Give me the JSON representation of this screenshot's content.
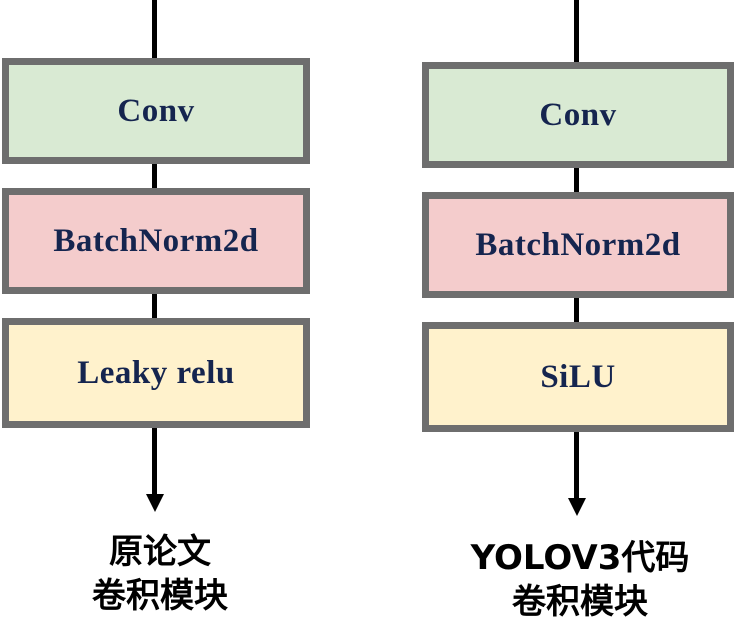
{
  "colors": {
    "conv": "#d9ead3",
    "batchnorm": "#f4cccc",
    "activation": "#fff2cc",
    "border": "#6e6e6e",
    "text": "#15254f"
  },
  "left_column": {
    "blocks": [
      "Conv",
      "BatchNorm2d",
      "Leaky relu"
    ],
    "caption_line1": "原论文",
    "caption_line2": "卷积模块"
  },
  "right_column": {
    "blocks": [
      "Conv",
      "BatchNorm2d",
      "SiLU"
    ],
    "caption_line1": "YOLOV3代码",
    "caption_line2": "卷积模块"
  }
}
